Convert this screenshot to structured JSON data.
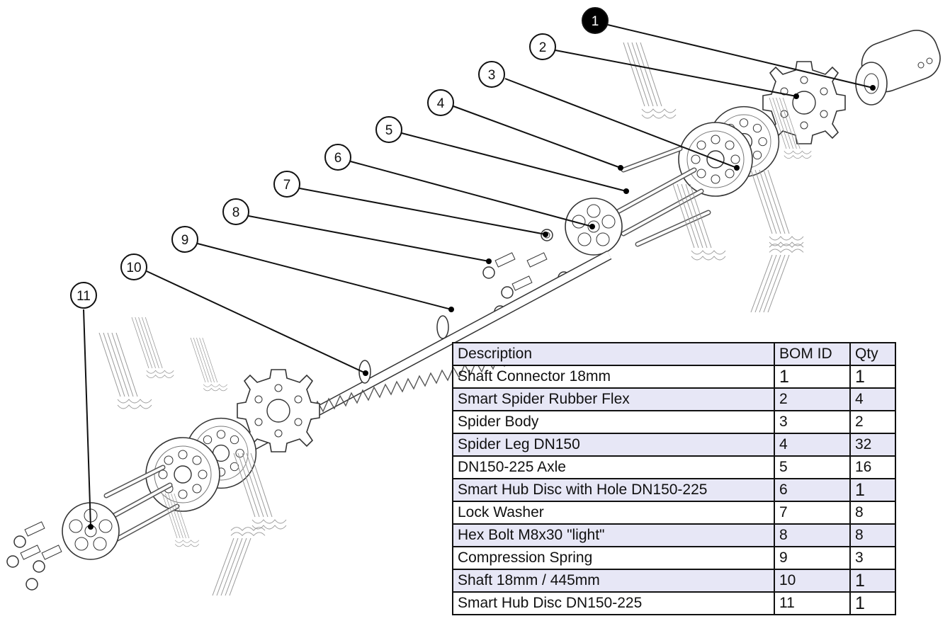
{
  "callouts": [
    {
      "id": "1",
      "filled": true
    },
    {
      "id": "2",
      "filled": false
    },
    {
      "id": "3",
      "filled": false
    },
    {
      "id": "4",
      "filled": false
    },
    {
      "id": "5",
      "filled": false
    },
    {
      "id": "6",
      "filled": false
    },
    {
      "id": "7",
      "filled": false
    },
    {
      "id": "8",
      "filled": false
    },
    {
      "id": "9",
      "filled": false
    },
    {
      "id": "10",
      "filled": false
    },
    {
      "id": "11",
      "filled": false
    }
  ],
  "bom": {
    "headers": {
      "description": "Description",
      "bom_id": "BOM ID",
      "qty": "Qty"
    },
    "rows": [
      {
        "description": "Shaft Connector 18mm",
        "bom_id": "1",
        "qty": "1"
      },
      {
        "description": "Smart Spider Rubber Flex",
        "bom_id": "2",
        "qty": "4"
      },
      {
        "description": "Spider Body",
        "bom_id": "3",
        "qty": "2"
      },
      {
        "description": "Spider Leg DN150",
        "bom_id": "4",
        "qty": "32"
      },
      {
        "description": "DN150-225 Axle",
        "bom_id": "5",
        "qty": "16"
      },
      {
        "description": "Smart Hub Disc with Hole DN150-225",
        "bom_id": "6",
        "qty": "1"
      },
      {
        "description": "Lock Washer",
        "bom_id": "7",
        "qty": "8"
      },
      {
        "description": "Hex Bolt M8x30 \"light\"",
        "bom_id": "8",
        "qty": "8"
      },
      {
        "description": "Compression Spring",
        "bom_id": "9",
        "qty": "3"
      },
      {
        "description": "Shaft 18mm / 445mm",
        "bom_id": "10",
        "qty": "1"
      },
      {
        "description": "Smart Hub Disc DN150-225",
        "bom_id": "11",
        "qty": "1"
      }
    ]
  },
  "colors": {
    "line": "#111111",
    "table_header_bg": "#e7e7f6",
    "table_alt_bg": "#e7e7f6",
    "callout_filled": "#000000"
  }
}
